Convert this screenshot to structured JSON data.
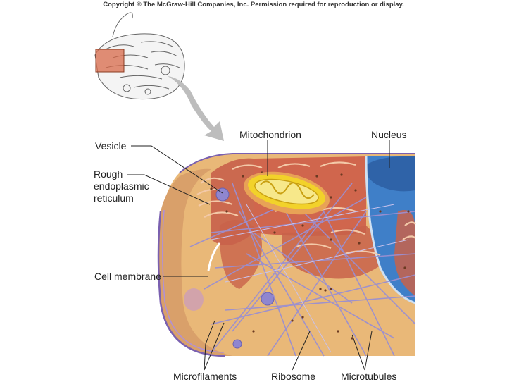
{
  "copyright": "Copyright © The McGraw-Hill Companies, Inc. Permission required for reproduction or display.",
  "labels": {
    "vesicle": "Vesicle",
    "rough_er_1": "Rough",
    "rough_er_2": "endoplasmic",
    "rough_er_3": "reticulum",
    "cell_membrane": "Cell membrane",
    "mitochondrion": "Mitochondrion",
    "nucleus": "Nucleus",
    "microfilaments": "Microfilaments",
    "ribosome": "Ribosome",
    "microtubules": "Microtubules"
  },
  "colors": {
    "cytoplasm": "#e9b878",
    "er": "#c8614a",
    "mitochondrion": "#f2d22a",
    "nucleus": "#3f7fc8",
    "cytoskeleton": "#9b8fd0",
    "vesicle": "#8f86cf",
    "highlight_box": "#d86a4a",
    "arrow": "#bdbdbd"
  }
}
